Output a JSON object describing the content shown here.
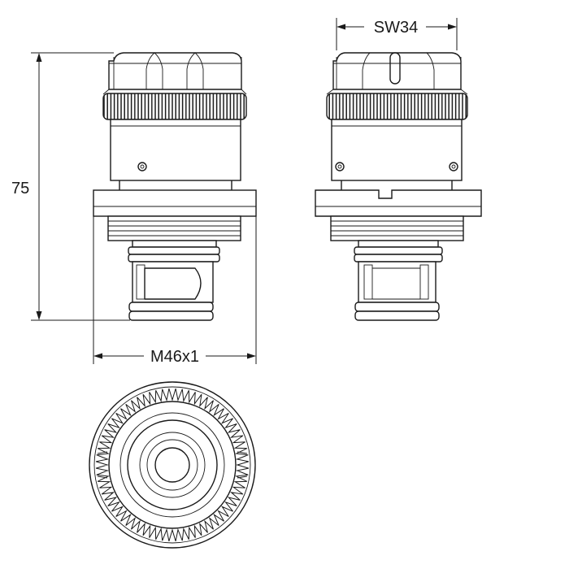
{
  "dimensions": {
    "height": "75",
    "thread": "M46x1",
    "wrench": "SW34"
  },
  "colors": {
    "line": "#1a1a1a",
    "background": "#ffffff"
  }
}
